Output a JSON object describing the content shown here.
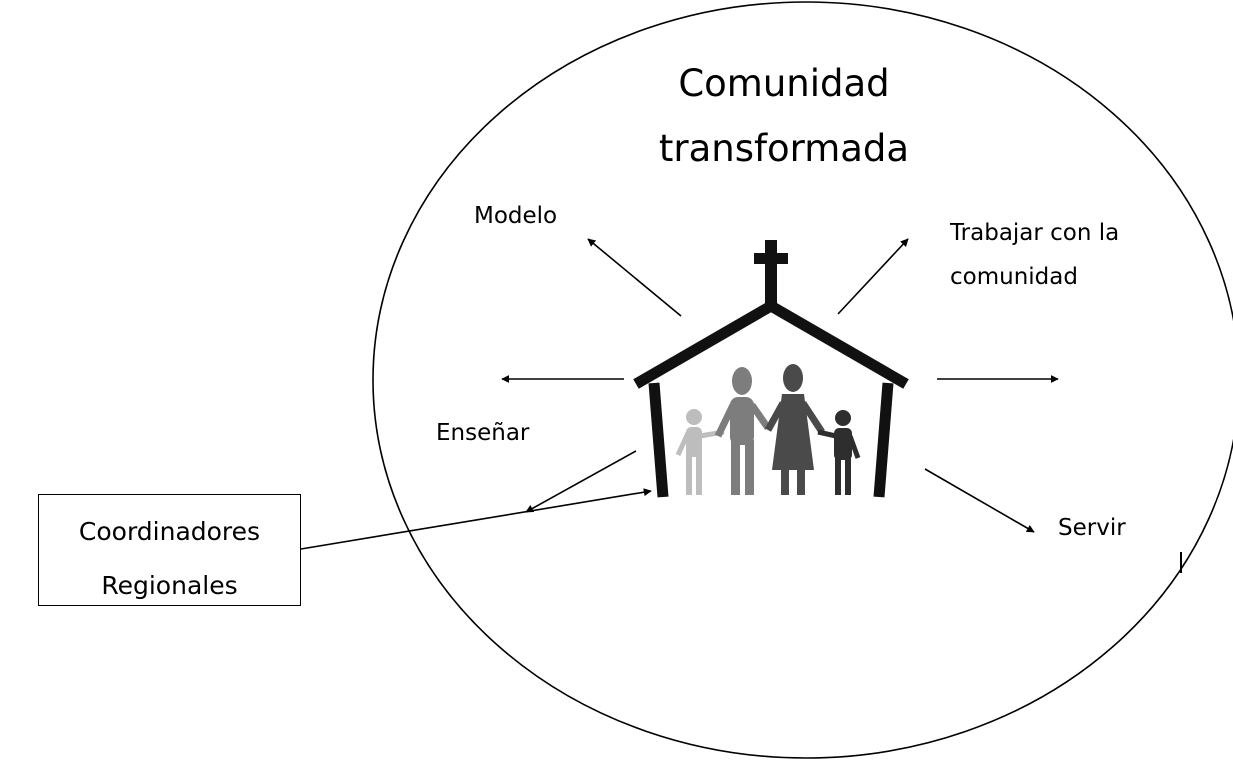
{
  "diagram": {
    "title_line1": "Comunidad",
    "title_line2": "transformada",
    "labels": {
      "modelo": "Modelo",
      "trabajar_line1": "Trabajar con la",
      "trabajar_line2": "comunidad",
      "ensenar": "Enseñar",
      "servir": "Servir"
    },
    "callout": {
      "line1": "Coordinadores",
      "line2": "Regionales"
    }
  }
}
